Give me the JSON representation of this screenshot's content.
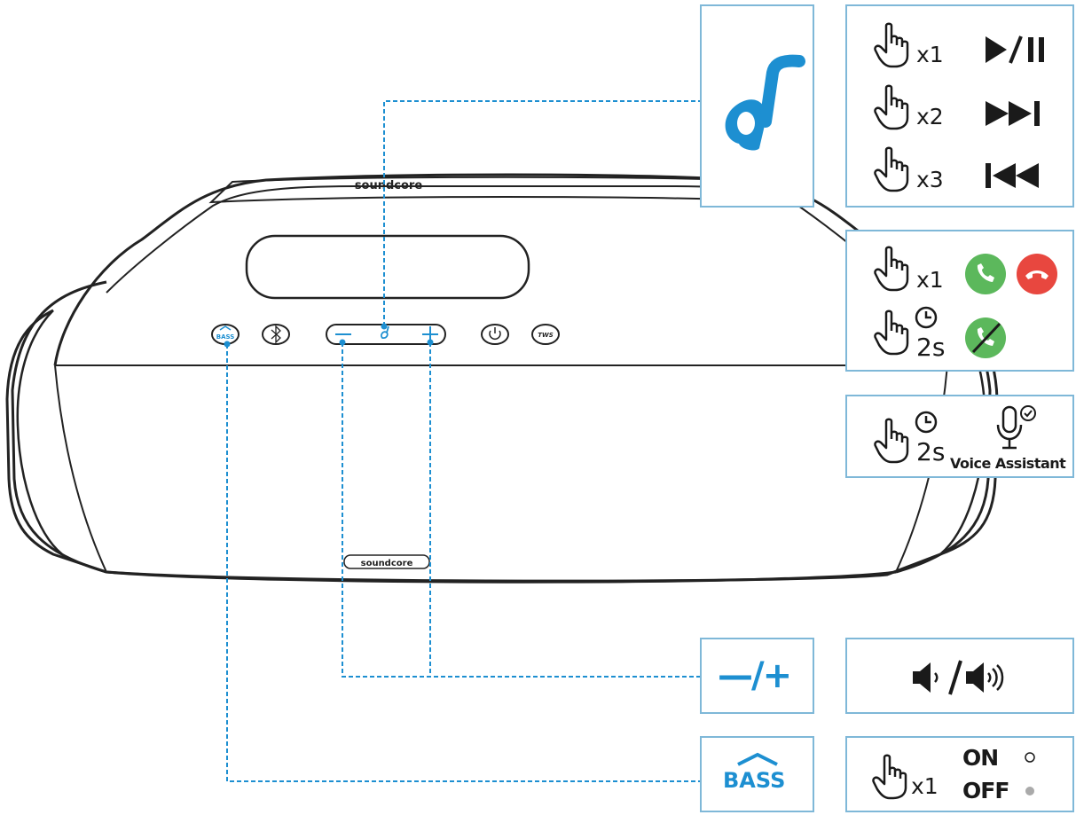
{
  "device": {
    "brand_top": "soundcore",
    "brand_front": "soundcore",
    "buttons": {
      "bass": "BASS",
      "bluetooth": "bluetooth",
      "minus": "−",
      "plus": "+",
      "power": "power",
      "tws": "TWS"
    }
  },
  "callouts": {
    "soundcore_key": {
      "icon": "soundcore-logo-icon"
    },
    "volume_key": {
      "label": "—/+"
    },
    "bass_key": {
      "label": "BASS"
    }
  },
  "playback_panel": {
    "rows": [
      {
        "count": "x1",
        "action_icon": "play-pause-icon"
      },
      {
        "count": "x2",
        "action_icon": "next-track-icon"
      },
      {
        "count": "x3",
        "action_icon": "previous-track-icon"
      }
    ]
  },
  "call_panel": {
    "row1_count": "x1",
    "row2_duration": "2s"
  },
  "voice_panel": {
    "duration": "2s",
    "label": "Voice Assistant"
  },
  "bass_panel": {
    "count": "x1",
    "on_label": "ON",
    "off_label": "OFF"
  },
  "colors": {
    "accent": "#1d8fd1",
    "border": "#7fb8d8",
    "answer_green": "#5cb85c",
    "decline_red": "#e8473f"
  }
}
